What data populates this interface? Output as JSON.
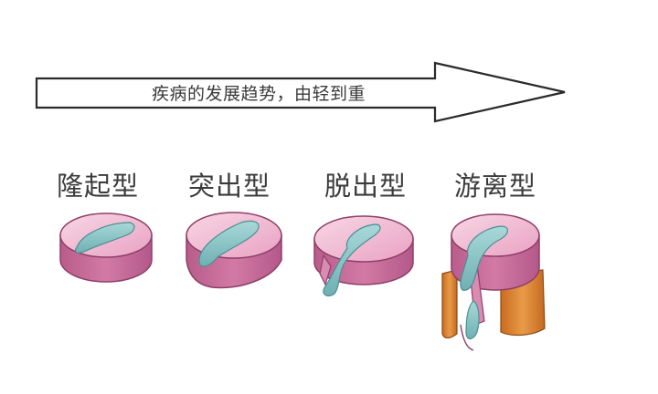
{
  "arrow": {
    "caption": "疾病的发展趋势，由轻到重"
  },
  "stages": [
    {
      "label": "隆起型",
      "icon": "disc-bulging-icon"
    },
    {
      "label": "突出型",
      "icon": "disc-protrusion-icon"
    },
    {
      "label": "脱出型",
      "icon": "disc-extrusion-icon"
    },
    {
      "label": "游离型",
      "icon": "disc-sequestration-icon"
    }
  ],
  "colors": {
    "disc_side": "#c96a98",
    "disc_top": "#f3bfd6",
    "nucleus": "#8fc6c8",
    "vertebra": "#d9822f"
  }
}
